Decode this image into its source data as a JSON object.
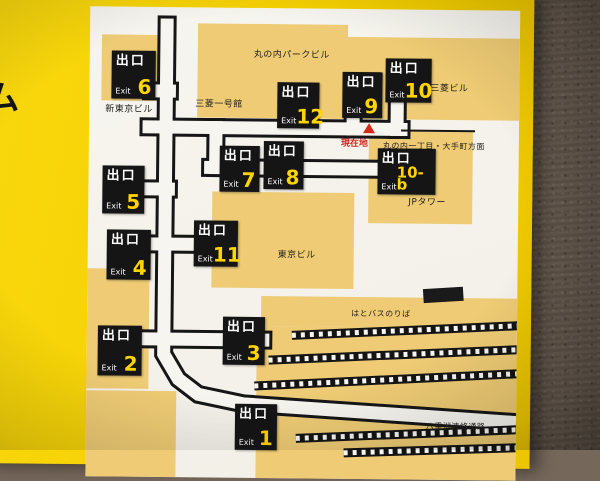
{
  "sign": {
    "margin_glyph": "ム"
  },
  "exit_badge": {
    "kanji": "出口",
    "en": "Exit"
  },
  "exits": [
    "1",
    "2",
    "3",
    "4",
    "5",
    "6",
    "7",
    "8",
    "9",
    "10",
    "10-b",
    "11",
    "12"
  ],
  "labels": {
    "marunouchi_park_bldg": "丸の内パークビル",
    "mitsubishi_ichigokan": "三菱一号館",
    "shin_tokyo_bldg": "新東京ビル",
    "mitsubishi_bldg": "三菱ビル",
    "jp_tower": "JPタワー",
    "tokyo_bldg": "東京ビル",
    "hato_bus_stop": "はとバスのりば",
    "yaesu_passage": "八重洲連絡通路",
    "direction": "丸の内一丁目・大手町方面",
    "current_location": "現在地"
  },
  "colors": {
    "sign_yellow": "#f3cf00",
    "panel_white": "#f5f3ed",
    "building_tan": "#eecb74",
    "exit_black": "#151515",
    "exit_number_yellow": "#ffd400",
    "current_location_red": "#d42a1e",
    "wall_brown": "#75675a"
  }
}
